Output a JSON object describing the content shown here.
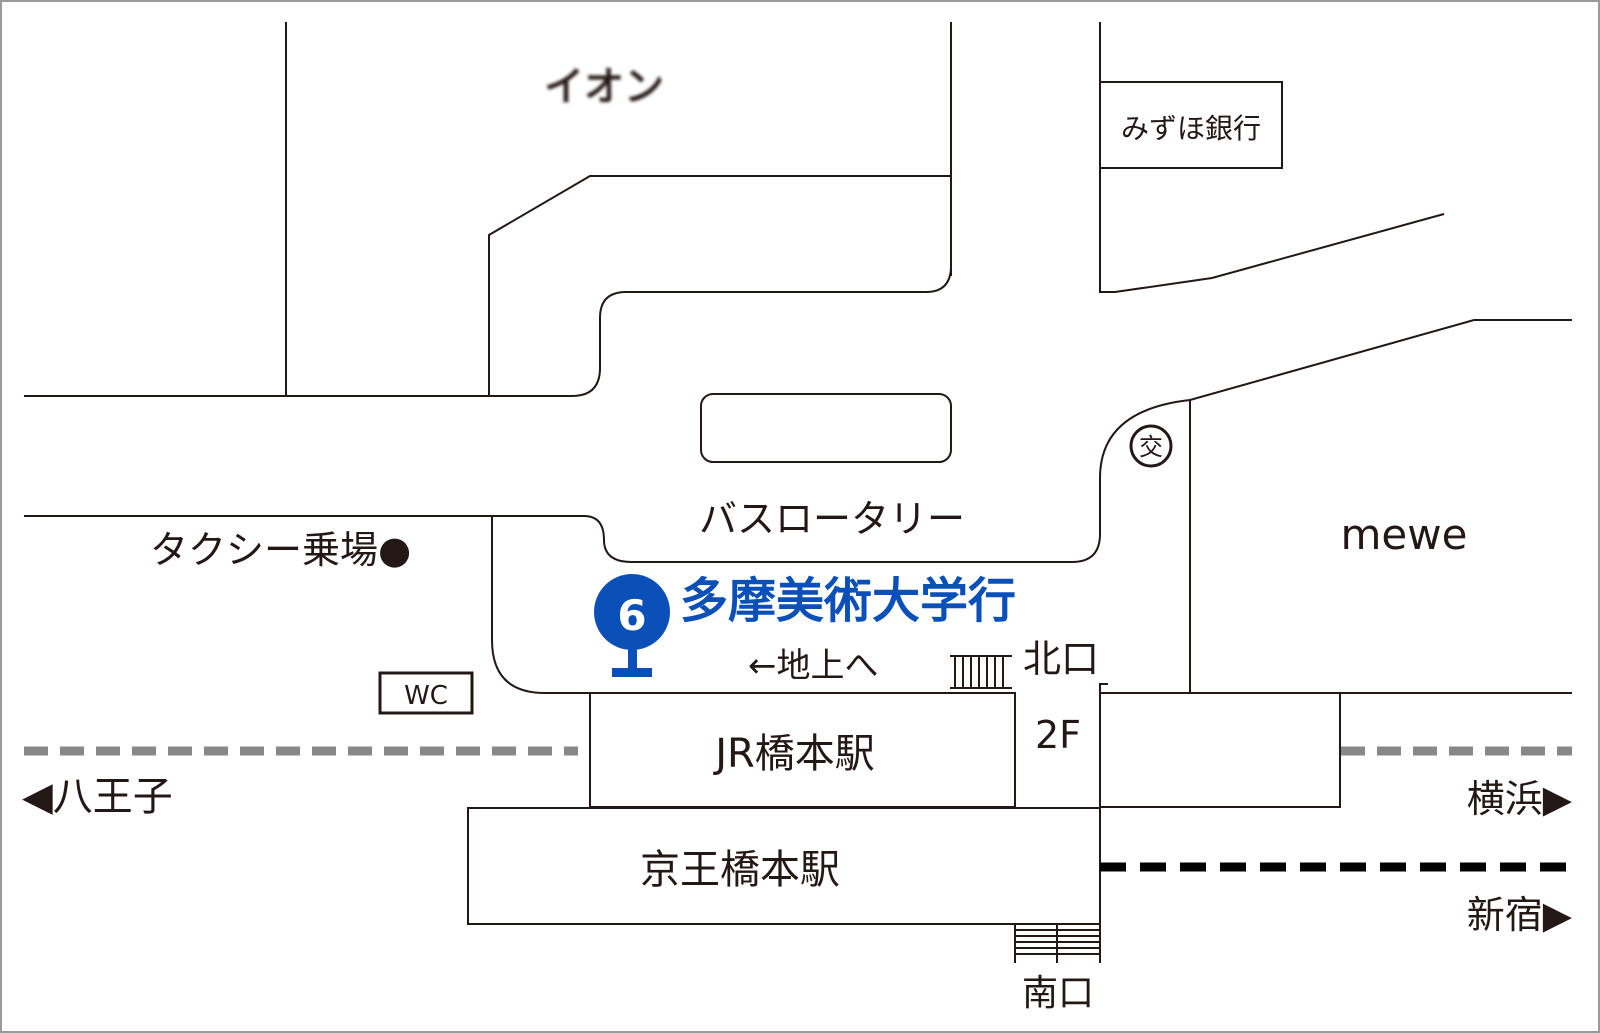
{
  "map": {
    "colors": {
      "line": "#231815",
      "accent_blue": "#0b4fb9",
      "jr_line": "#888888",
      "keio_line": "#000000",
      "frame": "#9a9a9a"
    },
    "landmarks": {
      "aeon": "イオン",
      "mizuho_bank": "みずほ銀行",
      "mewe": "mewe",
      "bus_rotary": "バスロータリー",
      "taxi_stand": "タクシー乗場●",
      "wc": "WC",
      "koban_symbol": "交"
    },
    "bus_stop": {
      "number": "6",
      "destination": "多摩美術大学行"
    },
    "directions": {
      "to_ground": "←地上へ",
      "north_exit": "北口",
      "floor": "2F",
      "south_exit": "南口"
    },
    "stations": {
      "jr": "JR橋本駅",
      "keio": "京王橋本駅"
    },
    "lines": {
      "hachioji": "◀八王子",
      "yokohama": "横浜▶",
      "shinjuku": "新宿▶"
    }
  }
}
